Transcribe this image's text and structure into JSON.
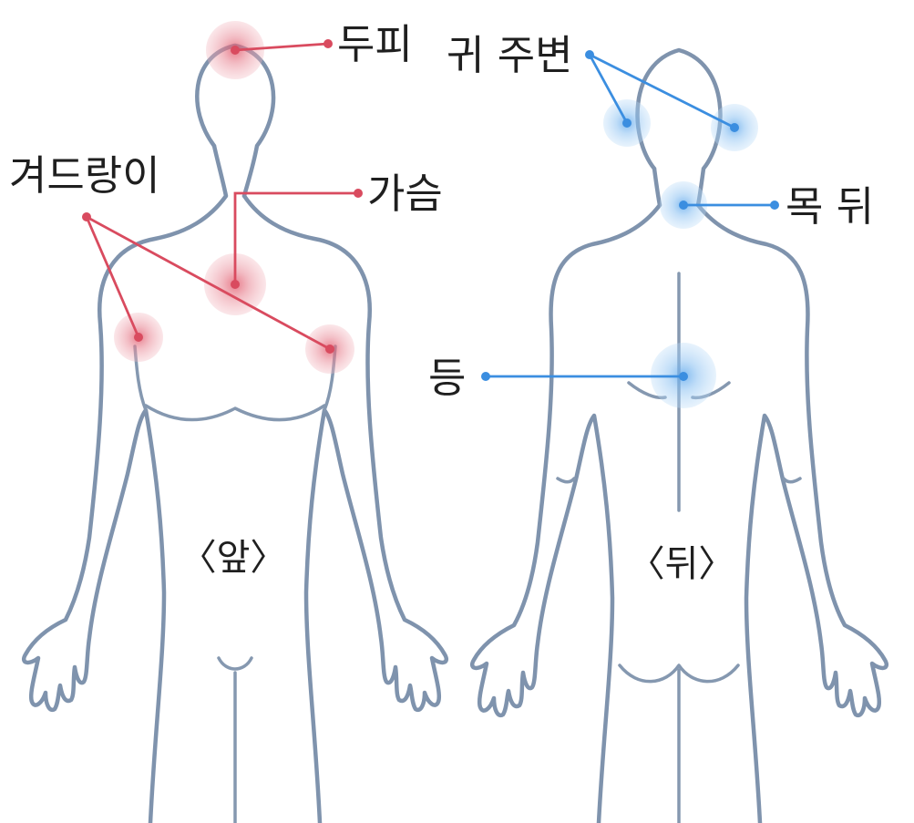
{
  "labels": {
    "scalp": "두피",
    "around_ears": "귀 주변",
    "armpit": "겨드랑이",
    "chest": "가슴",
    "back_of_neck": "목 뒤",
    "back": "등"
  },
  "captions": {
    "front": "〈앞〉",
    "back": "〈뒤〉"
  },
  "colors": {
    "front_marker": "#d94b5f",
    "back_marker": "#3b8ee0",
    "outline": "#7f93ad",
    "text": "#1f1f1f"
  }
}
